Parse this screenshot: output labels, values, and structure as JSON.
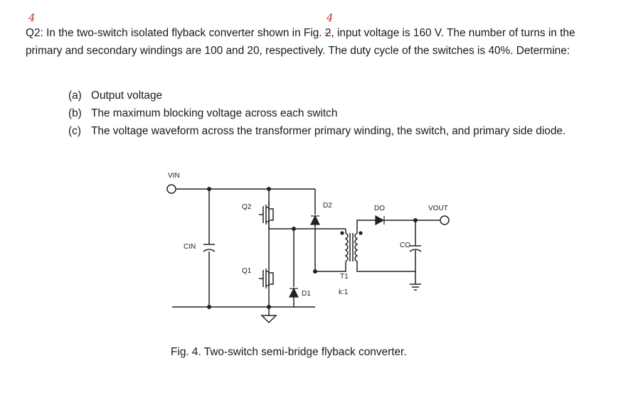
{
  "question": {
    "prefix": "Q2",
    "hw_number_top": "4",
    "fig_ref_typed": "2",
    "fig_ref_handwritten": "4",
    "text_1": ": In the two-switch isolated flyback converter shown in Fig. ",
    "text_2": ", input voltage is 160 V. The number of turns in the primary and secondary windings are 100 and 20, respectively. The duty cycle of the switches is 40%. Determine:",
    "parts": [
      {
        "label": "(a)",
        "text": "Output voltage"
      },
      {
        "label": "(b)",
        "text": "The maximum blocking voltage across each switch"
      },
      {
        "label": "(c)",
        "text": "The voltage waveform across the transformer primary winding, the switch, and primary side diode."
      }
    ]
  },
  "figure": {
    "labels": {
      "vin": "VIN",
      "cin": "CIN",
      "q2": "Q2",
      "q1": "Q1",
      "d2": "D2",
      "d1": "D1",
      "do": "DO",
      "co": "CO",
      "vout": "VOUT",
      "t1": "T1",
      "ratio": "k:1"
    },
    "caption": "Fig. 4. Two-switch semi-bridge flyback converter."
  }
}
